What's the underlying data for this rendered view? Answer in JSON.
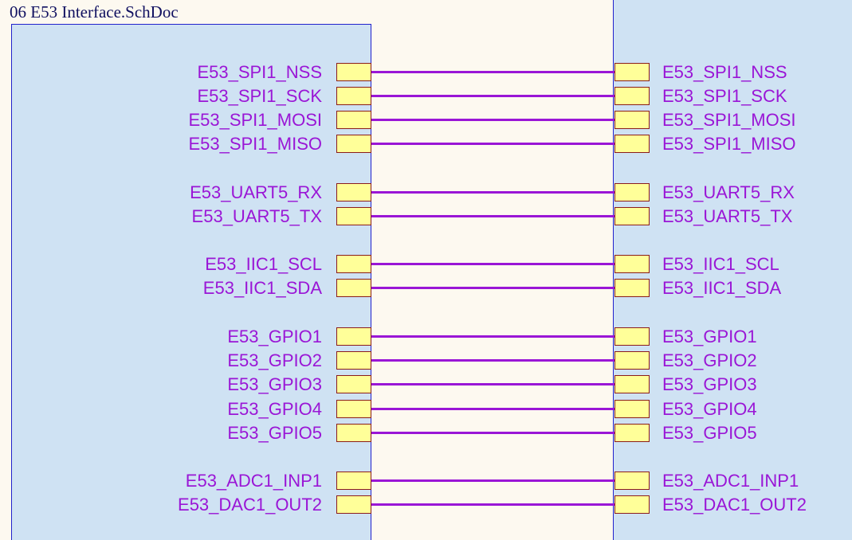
{
  "sheet": {
    "title": "06 E53 Interface.SchDoc"
  },
  "nets": [
    {
      "left_label": "E53_SPI1_NSS",
      "right_label": "E53_SPI1_NSS"
    },
    {
      "left_label": "E53_SPI1_SCK",
      "right_label": "E53_SPI1_SCK"
    },
    {
      "left_label": "E53_SPI1_MOSI",
      "right_label": "E53_SPI1_MOSI"
    },
    {
      "left_label": "E53_SPI1_MISO",
      "right_label": "E53_SPI1_MISO"
    },
    {
      "left_label": "E53_UART5_RX",
      "right_label": "E53_UART5_RX"
    },
    {
      "left_label": "E53_UART5_TX",
      "right_label": "E53_UART5_TX"
    },
    {
      "left_label": "E53_IIC1_SCL",
      "right_label": "E53_IIC1_SCL"
    },
    {
      "left_label": "E53_IIC1_SDA",
      "right_label": "E53_IIC1_SDA"
    },
    {
      "left_label": "E53_GPIO1",
      "right_label": "E53_GPIO1"
    },
    {
      "left_label": "E53_GPIO2",
      "right_label": "E53_GPIO2"
    },
    {
      "left_label": "E53_GPIO3",
      "right_label": "E53_GPIO3"
    },
    {
      "left_label": "E53_GPIO4",
      "right_label": "E53_GPIO4"
    },
    {
      "left_label": "E53_GPIO5",
      "right_label": "E53_GPIO5"
    },
    {
      "left_label": "E53_ADC1_INP1",
      "right_label": "E53_ADC1_INP1"
    },
    {
      "left_label": "E53_DAC1_OUT2",
      "right_label": "E53_DAC1_OUT2"
    }
  ],
  "colors": {
    "sheet_fill": "#cfe2f3",
    "sheet_border": "#2222cc",
    "canvas": "#fdf9f0",
    "net_color": "#9a16d6",
    "port_fill": "#ffff99",
    "port_border": "#8a1c1c"
  }
}
